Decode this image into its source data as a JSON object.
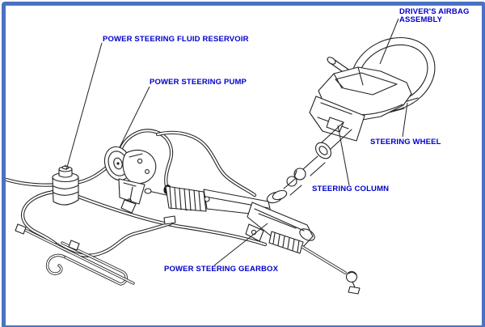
{
  "diagram": {
    "title": "Power steering system parts diagram",
    "frame_border_color": "#4a72c4",
    "background_color": "#ffffff",
    "label_color": "#0000cc",
    "line_color": "#222222",
    "labels": [
      {
        "id": "fluid-reservoir",
        "text": "POWER STEERING FLUID RESERVOIR"
      },
      {
        "id": "pump",
        "text": "POWER STEERING PUMP"
      },
      {
        "id": "airbag",
        "text": "DRIVER'S AIRBAG\nASSEMBLY"
      },
      {
        "id": "wheel",
        "text": "STEERING WHEEL"
      },
      {
        "id": "column",
        "text": "STEERING COLUMN"
      },
      {
        "id": "gearbox",
        "text": "POWER STEERING GEARBOX"
      }
    ]
  }
}
